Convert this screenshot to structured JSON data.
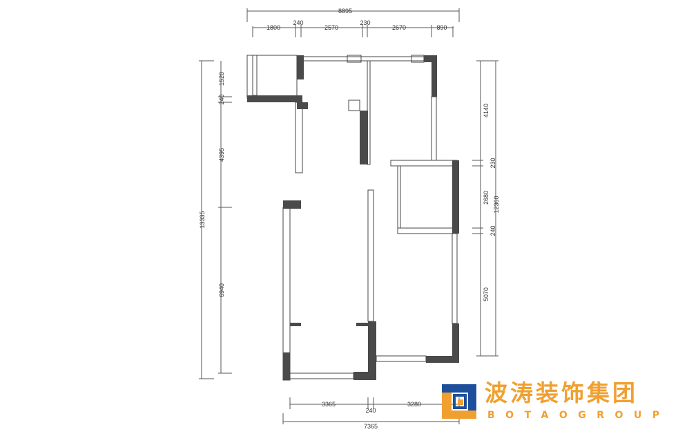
{
  "dimensions": {
    "top_total": "8895",
    "top_segments": [
      "1800",
      "240",
      "2570",
      "230",
      "2670",
      "890"
    ],
    "left_total": "13335",
    "left_segments": [
      "1520",
      "240",
      "4395",
      "6940"
    ],
    "right_total": "12360",
    "right_segments": [
      "4140",
      "230",
      "2680",
      "240",
      "5070"
    ],
    "bottom_segments": [
      "3365",
      "240",
      "3280"
    ],
    "bottom_total": "7365"
  },
  "logo": {
    "chinese": "波涛装饰集团",
    "english": "BOTAOGROUP"
  },
  "colors": {
    "wall": "#4a4a4a",
    "logo_orange": "#f0a030",
    "logo_blue": "#1e4f9c"
  }
}
